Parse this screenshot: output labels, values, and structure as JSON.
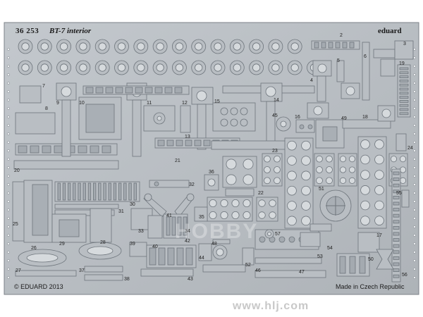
{
  "sheet": {
    "code": "36 253",
    "title": "BT-7 interior",
    "brand": "eduard",
    "copyright": "© EDUARD 2013",
    "origin": "Made in Czech Republic",
    "watermark": "HOBBY",
    "site": "www.hlj.com"
  },
  "colors": {
    "background": "#ffffff",
    "fret": "#b7bcc1",
    "part_edge": "#6e757c",
    "dark_part": "#8f969d",
    "text": "#1b1b1b"
  },
  "part_numbers": [
    "2",
    "3",
    "4",
    "5",
    "6",
    "7",
    "8",
    "9",
    "10",
    "11",
    "12",
    "13",
    "14",
    "15",
    "16",
    "17",
    "18",
    "19",
    "20",
    "21",
    "22",
    "23",
    "24",
    "25",
    "26",
    "27",
    "28",
    "29",
    "30",
    "31",
    "32",
    "33",
    "34",
    "35",
    "36",
    "37",
    "38",
    "39",
    "40",
    "41",
    "42",
    "43",
    "44",
    "45",
    "46",
    "47",
    "48",
    "49",
    "50",
    "51",
    "52",
    "53",
    "54",
    "55",
    "56",
    "57"
  ]
}
